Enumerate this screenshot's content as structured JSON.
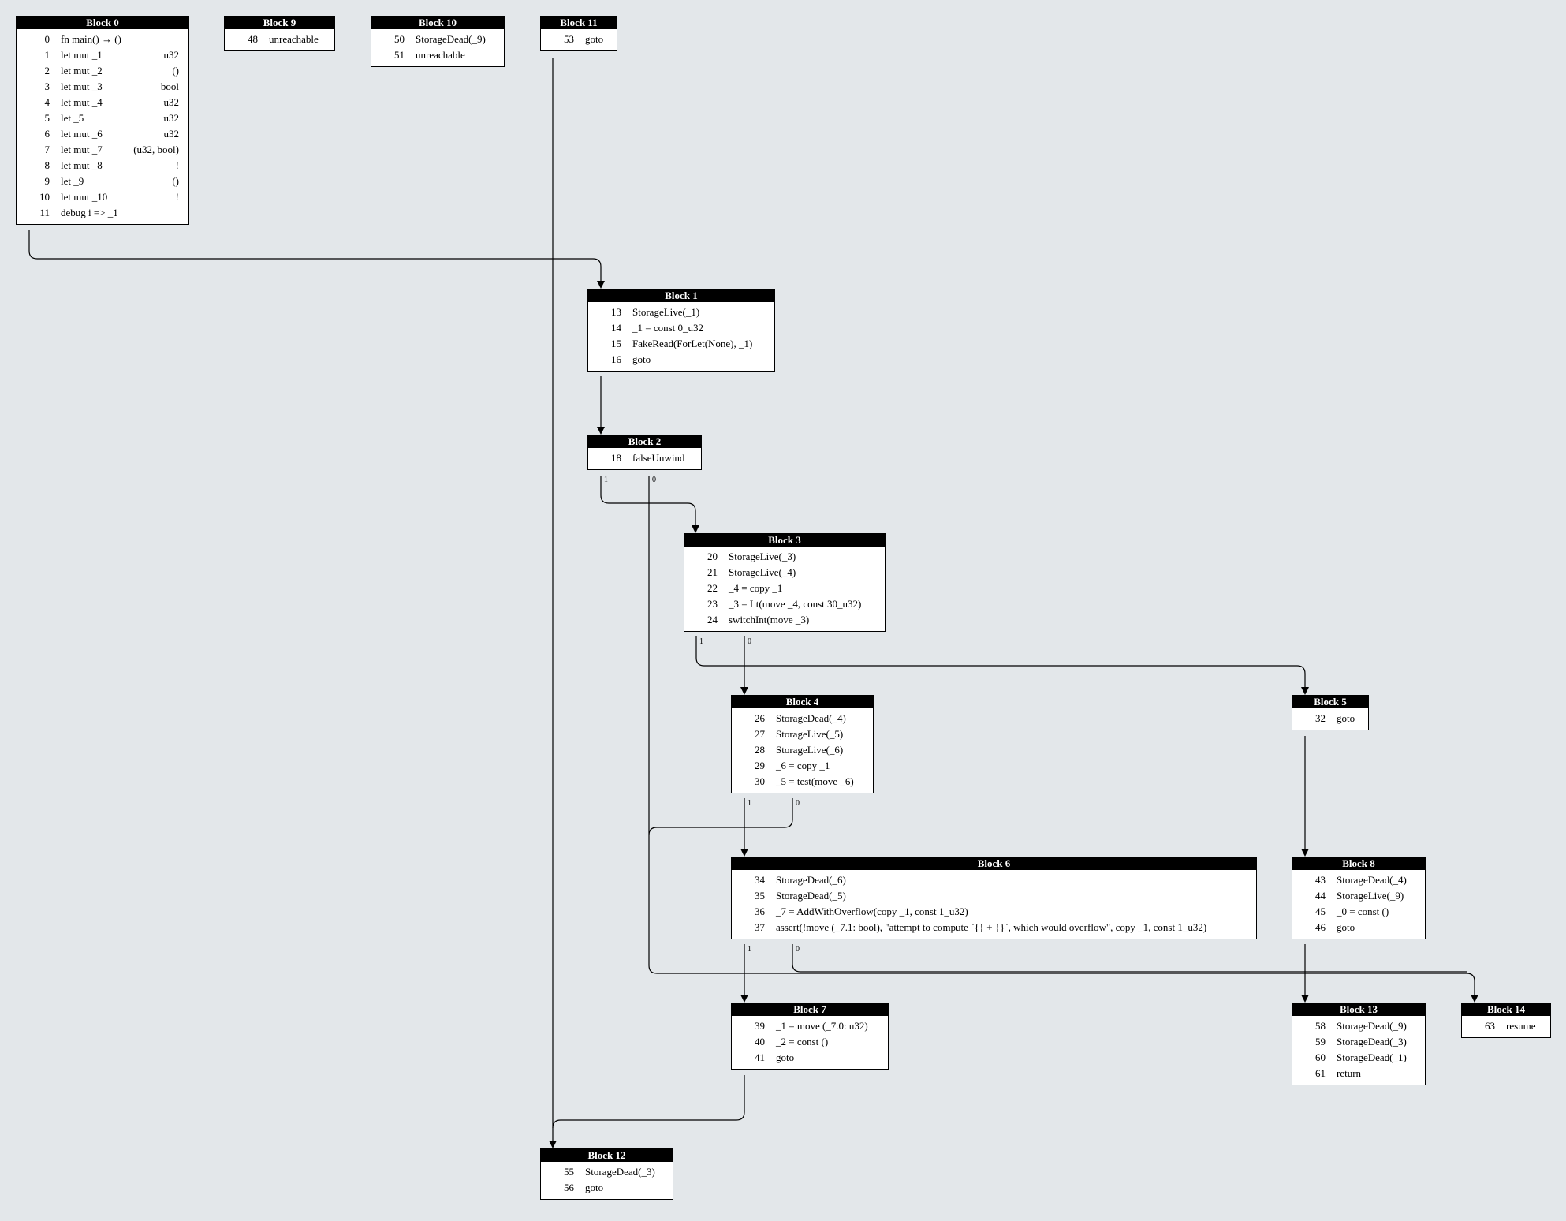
{
  "blocks": [
    {
      "key": "b0",
      "title": "Block 0",
      "rows": [
        {
          "n": "0",
          "text": "fn main() → ()",
          "type": ""
        },
        {
          "n": "1",
          "text": "let mut _1",
          "type": "u32"
        },
        {
          "n": "2",
          "text": "let mut _2",
          "type": "()"
        },
        {
          "n": "3",
          "text": "let mut _3",
          "type": "bool"
        },
        {
          "n": "4",
          "text": "let mut _4",
          "type": "u32"
        },
        {
          "n": "5",
          "text": "let _5",
          "type": "u32"
        },
        {
          "n": "6",
          "text": "let mut _6",
          "type": "u32"
        },
        {
          "n": "7",
          "text": "let mut _7",
          "type": "(u32, bool)"
        },
        {
          "n": "8",
          "text": "let mut _8",
          "type": "!"
        },
        {
          "n": "9",
          "text": "let _9",
          "type": "()"
        },
        {
          "n": "10",
          "text": "let mut _10",
          "type": "!"
        },
        {
          "n": "11",
          "text": "debug i => _1",
          "type": ""
        }
      ]
    },
    {
      "key": "b9",
      "title": "Block 9",
      "rows": [
        {
          "n": "48",
          "text": "unreachable"
        }
      ]
    },
    {
      "key": "b10",
      "title": "Block 10",
      "rows": [
        {
          "n": "50",
          "text": "StorageDead(_9)"
        },
        {
          "n": "51",
          "text": "unreachable"
        }
      ]
    },
    {
      "key": "b11",
      "title": "Block 11",
      "rows": [
        {
          "n": "53",
          "text": "goto"
        }
      ]
    },
    {
      "key": "b1",
      "title": "Block 1",
      "rows": [
        {
          "n": "13",
          "text": "StorageLive(_1)"
        },
        {
          "n": "14",
          "text": "_1 = const 0_u32"
        },
        {
          "n": "15",
          "text": "FakeRead(ForLet(None), _1)"
        },
        {
          "n": "16",
          "text": "goto"
        }
      ]
    },
    {
      "key": "b2",
      "title": "Block 2",
      "rows": [
        {
          "n": "18",
          "text": "falseUnwind"
        }
      ]
    },
    {
      "key": "b3",
      "title": "Block 3",
      "rows": [
        {
          "n": "20",
          "text": "StorageLive(_3)"
        },
        {
          "n": "21",
          "text": "StorageLive(_4)"
        },
        {
          "n": "22",
          "text": "_4 = copy _1"
        },
        {
          "n": "23",
          "text": "_3 = Lt(move _4, const 30_u32)"
        },
        {
          "n": "24",
          "text": "switchInt(move _3)"
        }
      ]
    },
    {
      "key": "b4",
      "title": "Block 4",
      "rows": [
        {
          "n": "26",
          "text": "StorageDead(_4)"
        },
        {
          "n": "27",
          "text": "StorageLive(_5)"
        },
        {
          "n": "28",
          "text": "StorageLive(_6)"
        },
        {
          "n": "29",
          "text": "_6 = copy _1"
        },
        {
          "n": "30",
          "text": "_5 = test(move _6)"
        }
      ]
    },
    {
      "key": "b5",
      "title": "Block 5",
      "rows": [
        {
          "n": "32",
          "text": "goto"
        }
      ]
    },
    {
      "key": "b6",
      "title": "Block 6",
      "rows": [
        {
          "n": "34",
          "text": "StorageDead(_6)"
        },
        {
          "n": "35",
          "text": "StorageDead(_5)"
        },
        {
          "n": "36",
          "text": "_7 = AddWithOverflow(copy _1, const 1_u32)"
        },
        {
          "n": "37",
          "text": "assert(!move (_7.1: bool), \"attempt to compute `{} + {}`, which would overflow\", copy _1, const 1_u32)"
        }
      ]
    },
    {
      "key": "b8",
      "title": "Block 8",
      "rows": [
        {
          "n": "43",
          "text": "StorageDead(_4)"
        },
        {
          "n": "44",
          "text": "StorageLive(_9)"
        },
        {
          "n": "45",
          "text": "_0 = const ()"
        },
        {
          "n": "46",
          "text": "goto"
        }
      ]
    },
    {
      "key": "b7",
      "title": "Block 7",
      "rows": [
        {
          "n": "39",
          "text": "_1 = move (_7.0: u32)"
        },
        {
          "n": "40",
          "text": "_2 = const ()"
        },
        {
          "n": "41",
          "text": "goto"
        }
      ]
    },
    {
      "key": "b13",
      "title": "Block 13",
      "rows": [
        {
          "n": "58",
          "text": "StorageDead(_9)"
        },
        {
          "n": "59",
          "text": "StorageDead(_3)"
        },
        {
          "n": "60",
          "text": "StorageDead(_1)"
        },
        {
          "n": "61",
          "text": "return"
        }
      ]
    },
    {
      "key": "b14",
      "title": "Block 14",
      "rows": [
        {
          "n": "63",
          "text": "resume"
        }
      ]
    },
    {
      "key": "b12",
      "title": "Block 12",
      "rows": [
        {
          "n": "55",
          "text": "StorageDead(_3)"
        },
        {
          "n": "56",
          "text": "goto"
        }
      ]
    }
  ],
  "edges": [
    {
      "from": "Block 0",
      "to": "Block 1",
      "label": ""
    },
    {
      "from": "Block 11",
      "to": "Block 12",
      "label": ""
    },
    {
      "from": "Block 1",
      "to": "Block 2",
      "label": ""
    },
    {
      "from": "Block 2",
      "to": "Block 3",
      "label": "1"
    },
    {
      "from": "Block 2",
      "to": "Block 14",
      "label": "0"
    },
    {
      "from": "Block 3",
      "to": "Block 5",
      "label": "1"
    },
    {
      "from": "Block 3",
      "to": "Block 4",
      "label": "0"
    },
    {
      "from": "Block 4",
      "to": "Block 6",
      "label": "1"
    },
    {
      "from": "Block 4",
      "to": "Block 14",
      "label": "0"
    },
    {
      "from": "Block 5",
      "to": "Block 8",
      "label": ""
    },
    {
      "from": "Block 6",
      "to": "Block 7",
      "label": "1"
    },
    {
      "from": "Block 6",
      "to": "Block 14",
      "label": "0"
    },
    {
      "from": "Block 8",
      "to": "Block 13",
      "label": ""
    },
    {
      "from": "Block 7",
      "to": "Block 12",
      "label": ""
    }
  ]
}
